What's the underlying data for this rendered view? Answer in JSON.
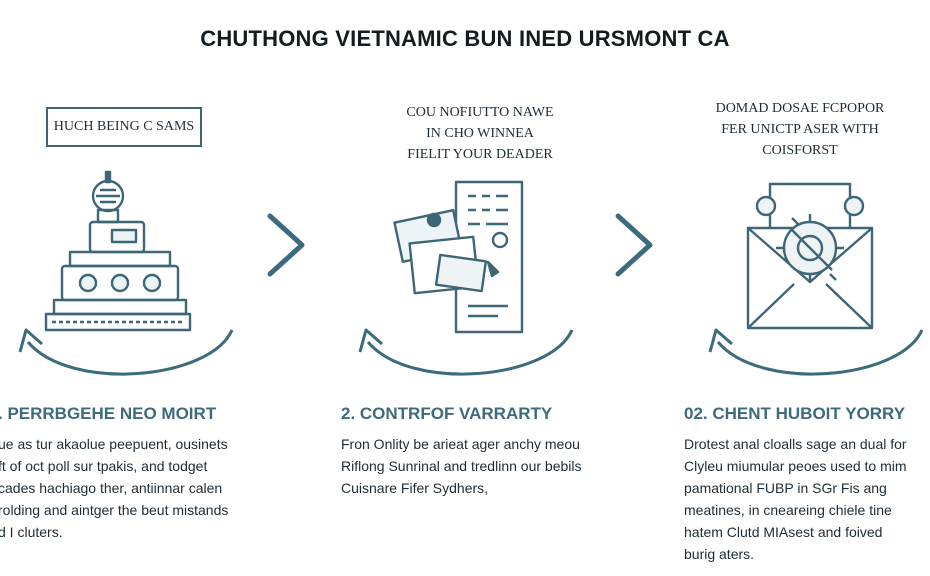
{
  "title": "CHUTHONG VIETNAMIC BUN INED URSMONT CA",
  "colors": {
    "accent": "#3b6b7d",
    "stroke": "#3d6677",
    "text": "#1d2c36",
    "light": "#eef3f5"
  },
  "steps": [
    {
      "caption": [
        "HUCH BEING C SAMS"
      ],
      "icon": "seal-press-machine-icon",
      "heading": ". PERRBGEHE NEO MOIRT",
      "body": [
        "ue as tur akaolue peepuent, ousinets",
        "ft of oct poll sur tpakis, and todget",
        "cades hachiago ther, antiinnar calen",
        "rolding and aintger the beut mistands",
        "d I cluters."
      ]
    },
    {
      "caption": [
        "COU NOFIUTTO NAWE",
        "IN CHO WINNEA",
        "FIELIT YOUR DEADER"
      ],
      "icon": "document-packages-icon",
      "heading": "2. CONTRFOF VARRARTY",
      "body": [
        "Fron Onlity be arieat ager anchy meou",
        "Riflong Sunrinal and tredlinn our bebils",
        "Cuisnare Fifer Sydhers,"
      ]
    },
    {
      "caption": [
        "DOMAD DOSAE FCPOPOR",
        "FER UNICTP ASER WITH",
        "COISFORST"
      ],
      "icon": "envelope-gear-icon",
      "heading": "02. CHENT HUBOIT YORRY",
      "body": [
        "Drotest anal cloalls sage an dual for",
        "Clyleu miumular peoes used to mim",
        "pamational FUBP in SGr Fis ang",
        "meatines, in cneareing chiele tine",
        "hatem Clutd MIAsest and foived",
        "burig aters."
      ]
    }
  ]
}
